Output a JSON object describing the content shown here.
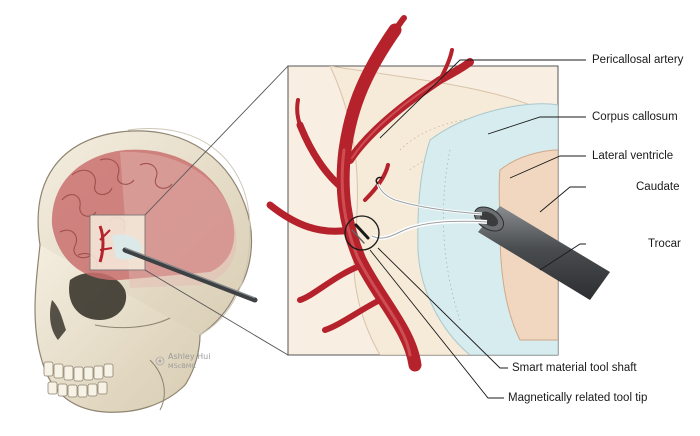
{
  "labels": {
    "pericallosal": "Pericallosal artery",
    "corpus": "Corpus callosum",
    "ventricle": "Lateral ventricle",
    "caudate": "Caudate",
    "trocar": "Trocar",
    "shaft": "Smart material tool shaft",
    "tip": "Magnetically related tool tip"
  },
  "signature": {
    "name": "Ashley Hui",
    "credential": "MScBMC"
  },
  "colors": {
    "artery": "#b5222b",
    "brain": "#c9706e",
    "skull": "#ece4d2",
    "ventricle": "#d6ecee",
    "caudate": "#f2d7c0",
    "trocar": "#5b5e61"
  }
}
